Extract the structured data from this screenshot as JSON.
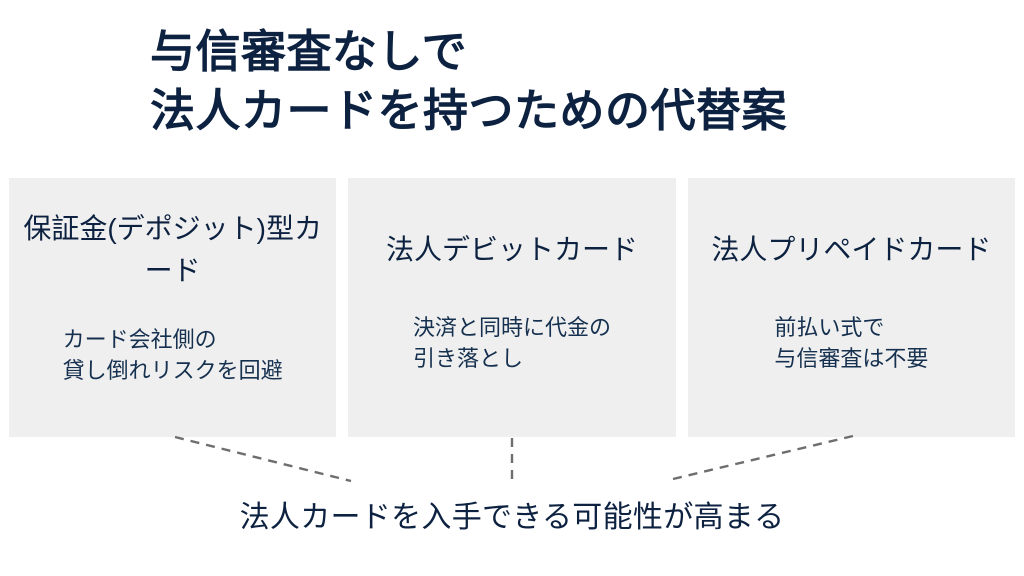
{
  "slide": {
    "background_color": "#ffffff",
    "accent_color": "#0d2240",
    "card_background_color": "#efefef",
    "connector_color": "#6e6e6e"
  },
  "title": {
    "line1": "与信審査なしで",
    "line2": "法人カードを持つための代替案"
  },
  "cards": [
    {
      "heading": "保証金(デポジット)型カード",
      "body": "カード会社側の\n貸し倒れリスクを回避"
    },
    {
      "heading": "法人デビットカード",
      "body": "決済と同時に代金の\n引き落とし"
    },
    {
      "heading": "法人プリペイドカード",
      "body": "前払い式で\n与信審査は不要"
    }
  ],
  "footer": {
    "conclusion": "法人カードを入手できる可能性が高まる"
  }
}
